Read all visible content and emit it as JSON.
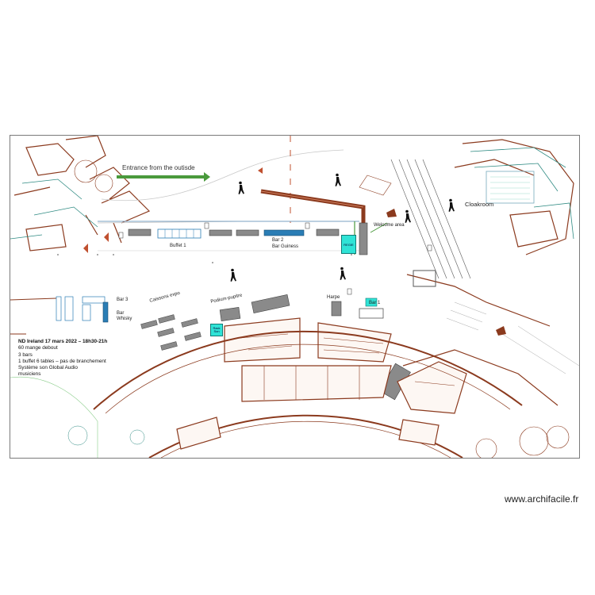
{
  "plan": {
    "labels": {
      "entrance": "Entrance from the outisde",
      "cloakroom": "Cloakroom",
      "welcome_area": "Welcome area",
      "buffet": "Buffet 1",
      "bar2_line1": "Bar 2",
      "bar2_line2": "Bar Guiness",
      "regie": "REGIE",
      "bar3_line1": "Bar 3",
      "bar3_line2": "Bar\nWhisky",
      "caissons": "Caissons expo",
      "podium": "Podium-pupitre",
      "harpe": "Harpe",
      "bar1": "Bar 1",
      "rack": "Rack\nSon"
    },
    "notes": {
      "title": "ND Ireland 17 mars 2022 – 18h30-21h",
      "lines": [
        "60 mange debout",
        "3 bars",
        "1 buffet 6 tables – pas de branchement",
        "Système son Global Audio",
        "musiciens"
      ]
    },
    "colors": {
      "wall": "#8b3a1e",
      "bar_accent": "#2a7db5",
      "highlight": "#2fe3d6",
      "arrow": "#4a9a3c",
      "table": "#8a8a8a"
    }
  },
  "watermark": "www.archifacile.fr"
}
